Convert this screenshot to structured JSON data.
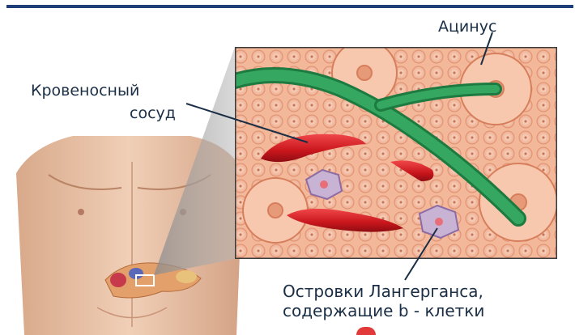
{
  "labels": {
    "acinus": "Ацинус",
    "vessel_line1": "Кровеносный",
    "vessel_line2": "сосуд",
    "islets_line1": "Островки Лангерганса,",
    "islets_line2": "содержащие  b - клетки"
  },
  "colors": {
    "title_rule": "#1f3f7a",
    "text": "#1a2e45",
    "tissue": "#f5c2a4",
    "tissue_dark": "#e79a78",
    "duct": "#2f9a57",
    "vessel": "#d11f25",
    "islet": "#b9a2c6",
    "skin": "#eac3a8"
  }
}
